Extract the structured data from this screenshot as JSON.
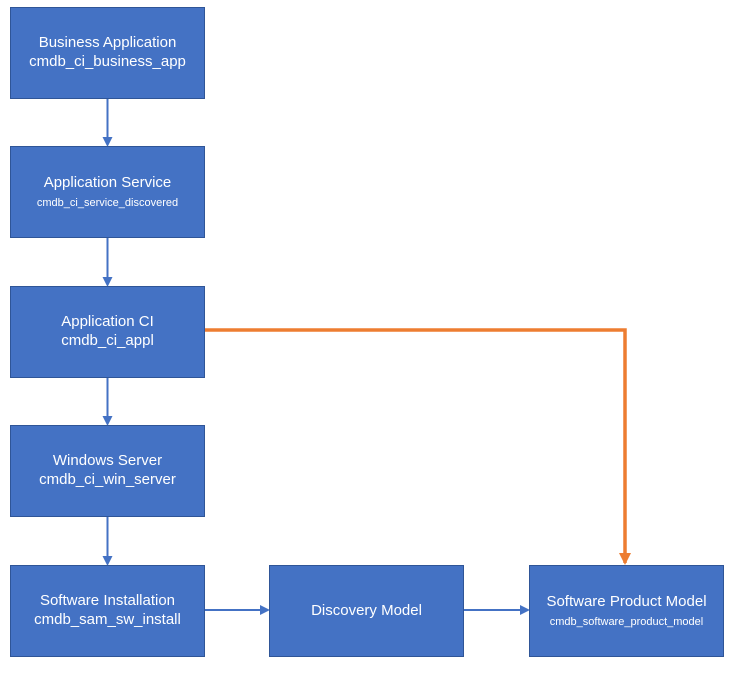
{
  "colors": {
    "node_fill": "#4472c4",
    "node_text": "#ffffff",
    "arrow_blue": "#4472c4",
    "arrow_orange": "#ed7d31",
    "background": "#ffffff"
  },
  "nodes": [
    {
      "title": "Business Application",
      "subtitle": "cmdb_ci_business_app"
    },
    {
      "title": "Application Service",
      "subtitle": "cmdb_ci_service_discovered"
    },
    {
      "title": "Application CI",
      "subtitle": "cmdb_ci_appl"
    },
    {
      "title": "Windows Server",
      "subtitle": "cmdb_ci_win_server"
    },
    {
      "title": "Software Installation",
      "subtitle": "cmdb_sam_sw_install"
    },
    {
      "title": "Discovery Model",
      "subtitle": ""
    },
    {
      "title": "Software Product Model",
      "subtitle": "cmdb_software_product_model"
    }
  ],
  "edges": [
    {
      "from": "Business Application",
      "to": "Application Service",
      "color": "#4472c4"
    },
    {
      "from": "Application Service",
      "to": "Application CI",
      "color": "#4472c4"
    },
    {
      "from": "Application CI",
      "to": "Windows Server",
      "color": "#4472c4"
    },
    {
      "from": "Windows Server",
      "to": "Software Installation",
      "color": "#4472c4"
    },
    {
      "from": "Software Installation",
      "to": "Discovery Model",
      "color": "#4472c4"
    },
    {
      "from": "Discovery Model",
      "to": "Software Product Model",
      "color": "#4472c4"
    },
    {
      "from": "Application CI",
      "to": "Software Product Model",
      "color": "#ed7d31"
    }
  ]
}
